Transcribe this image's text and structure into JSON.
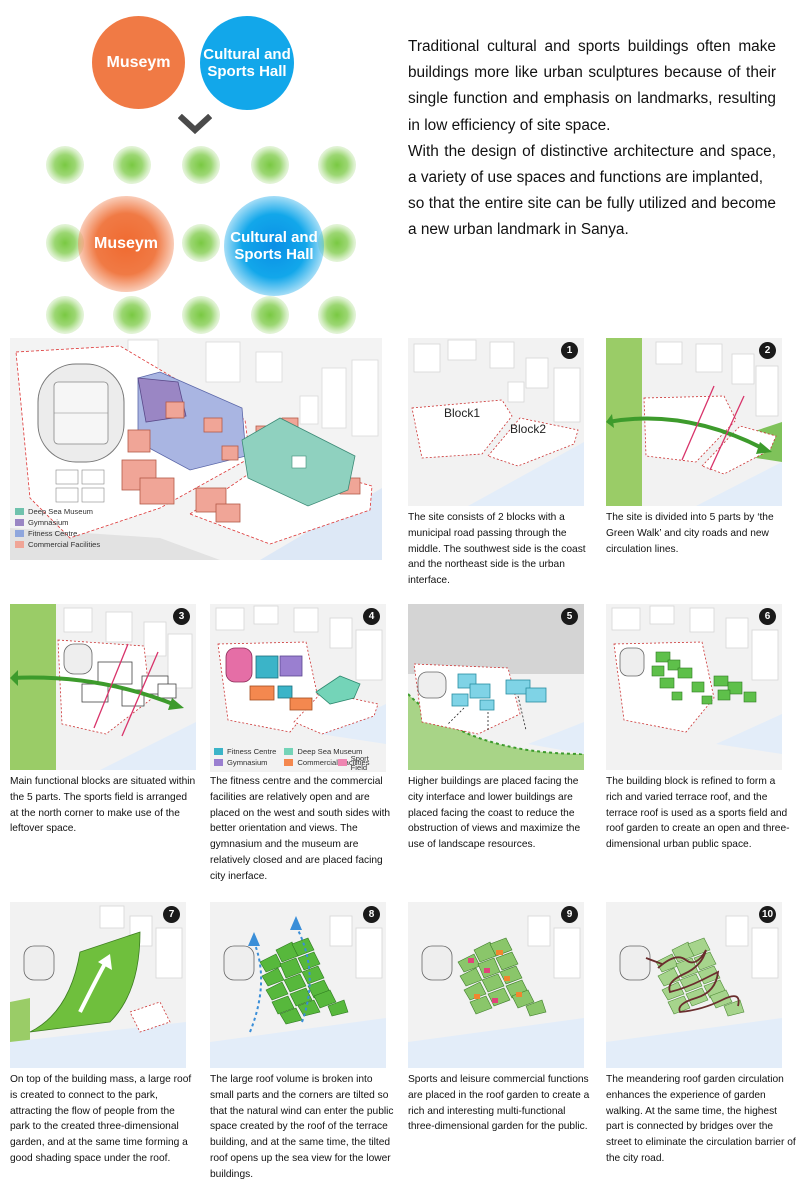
{
  "concept": {
    "museum_label": "Museym",
    "sports_label_line1": "Cultural and",
    "sports_label_line2": "Sports Hall"
  },
  "intro": {
    "p1": "Traditional cultural and sports buildings often make buildings more like urban sculptures because of their single function and emphasis on landmarks, resulting in low efficiency of site space.",
    "p2": "With the design of  distinctive architecture and space, a variety of use spaces and functions are implanted,",
    "p3": "so that the entire site can be fully utilized and become a new urban landmark in Sanya."
  },
  "main_legend": [
    {
      "label": "Deep Sea Museum",
      "color": "#6fc2ad"
    },
    {
      "label": "Gymnasium",
      "color": "#9a86c4"
    },
    {
      "label": "Fitness Centre",
      "color": "#8fa6dd"
    },
    {
      "label": "Commercial Facilities",
      "color": "#f0a597"
    }
  ],
  "block_labels": {
    "block1": "Block1",
    "block2": "Block2"
  },
  "step4_legend": [
    {
      "label": "Fitness Centre",
      "color": "#3bb4c8"
    },
    {
      "label": "Deep Sea Museum",
      "color": "#74d4b8"
    },
    {
      "label": "Gymnasium",
      "color": "#9a7fd0"
    },
    {
      "label": "Commercial Facilities",
      "color": "#f4884f"
    },
    {
      "label": "Sport Field",
      "color": "#ef86b2"
    }
  ],
  "steps": [
    {
      "num": "1",
      "caption": "The site consists of 2 blocks with a municipal road passing through the middle. The southwest side is the coast  and the northeast side is the urban interface."
    },
    {
      "num": "2",
      "caption": "The site is divided into 5 parts by  ‘the Green Walk’ and  city roads and new circulation lines."
    },
    {
      "num": "3",
      "caption": "Main functional blocks are situated within the 5 parts. The sports field is arranged at the north corner to make use of the leftover space."
    },
    {
      "num": "4",
      "caption": "The fitness centre and the commercial facilities are relatively open and are placed on the west and south sides with better orientation and views. The gymnasium and the museum are relatively closed and are placed facing city inerface."
    },
    {
      "num": "5",
      "caption": "Higher buildings are placed facing the city interface and lower buildings are placed  facing the coast to reduce the obstruction of views and maximize the use of landscape resources."
    },
    {
      "num": "6",
      "caption": "The building block is refined to form a rich and varied terrace roof, and the terrace roof is used as a sports field and roof garden to create an open and three-dimensional urban public space."
    },
    {
      "num": "7",
      "caption": "On top of the building mass, a large roof is created to connect to the park, attracting the flow of people from the park to the created three-dimensional garden, and at the same time forming a good shading space under the roof."
    },
    {
      "num": "8",
      "caption": "The large roof volume is broken into small parts and the corners are tilted so that the natural wind can enter the public space created by the roof of the terrace building, and at the same time, the tilted roof opens up the sea view for the lower buildings."
    },
    {
      "num": "9",
      "caption": "Sports and leisure commercial functions are placed in the roof garden to create a rich and interesting multi-functional three-dimensional garden for the public."
    },
    {
      "num": "10",
      "caption": "The meandering roof garden circulation enhances the experience of garden walking.  At the same time, the highest part is connected by bridges over the street to eliminate the circulation barrier of the city road."
    }
  ]
}
